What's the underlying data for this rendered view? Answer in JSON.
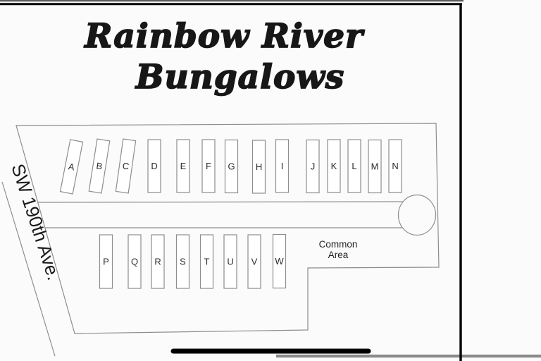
{
  "title": {
    "line1": "Rainbow River",
    "line2": "Bungalows"
  },
  "street": {
    "label": "SW 190th Ave."
  },
  "common_area": {
    "line1": "Common",
    "line2": "Area"
  },
  "lots": {
    "top_row": [
      "A",
      "B",
      "C",
      "D",
      "E",
      "F",
      "G",
      "H",
      "I",
      "J",
      "K",
      "L",
      "M",
      "N"
    ],
    "bottom_row": [
      "P",
      "Q",
      "R",
      "S",
      "T",
      "U",
      "V",
      "W"
    ]
  },
  "colors": {
    "background": "#fbfbfb",
    "plan_line_gray": "#8d8d8d",
    "frame_black": "#000000",
    "divider_gray": "#8a8a8a",
    "text_black": "#1c1c1c"
  }
}
